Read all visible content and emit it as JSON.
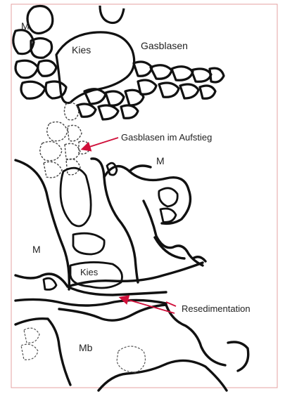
{
  "labels": {
    "m_top": "M",
    "kies_top": "Kies",
    "gasblasen": "Gasblasen",
    "gasblasen_aufstieg": "Gasblasen im Aufstieg",
    "m_right": "M",
    "m_left": "M",
    "kies_bottom": "Kies",
    "resedimentation": "Resedimentation",
    "mb": "Mb"
  },
  "colors": {
    "outline": "#111111",
    "bubble_outline": "#444444",
    "arrow": "#d0103a",
    "frame": "#e4a1a1",
    "background": "#ffffff"
  }
}
